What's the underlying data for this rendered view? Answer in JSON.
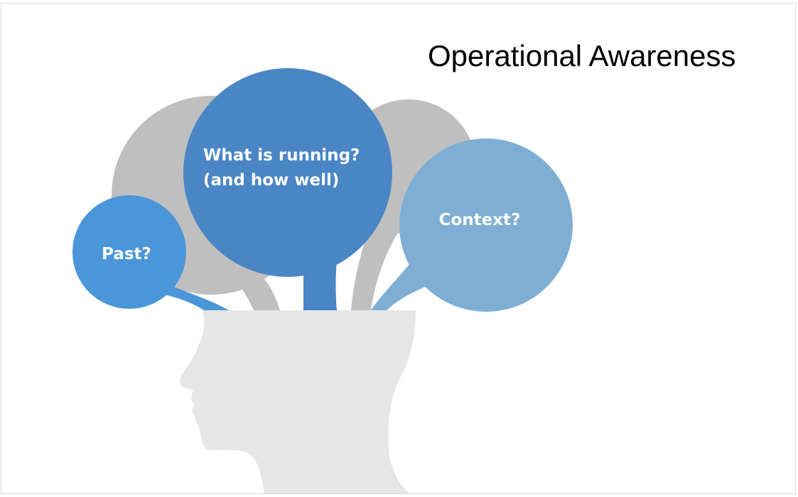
{
  "slide": {
    "title": "Operational Awareness"
  },
  "bubbles": {
    "past": {
      "label": "Past?"
    },
    "running": {
      "line1": "What is running?",
      "line2": "(and how well)"
    },
    "context": {
      "label": "Context?"
    }
  },
  "colors": {
    "gray_bubble": "#bfbfbf",
    "head": "#e6e6e6",
    "past": "#4a96d9",
    "running": "#4a86c5",
    "context": "#7eaed4",
    "text": "#ffffff",
    "title": "#000000"
  }
}
